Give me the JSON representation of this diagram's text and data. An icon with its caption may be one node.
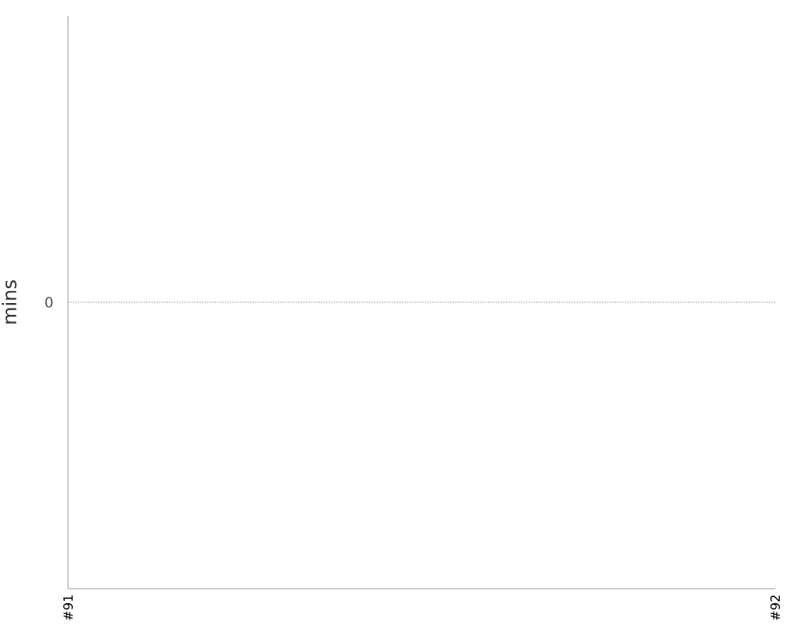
{
  "diagram": {
    "chart_data": {
      "type": "other",
      "ylabel": "mins",
      "categories": [
        "#91",
        "#92"
      ],
      "annotations": [
        {
          "text": "0"
        }
      ]
    }
  }
}
